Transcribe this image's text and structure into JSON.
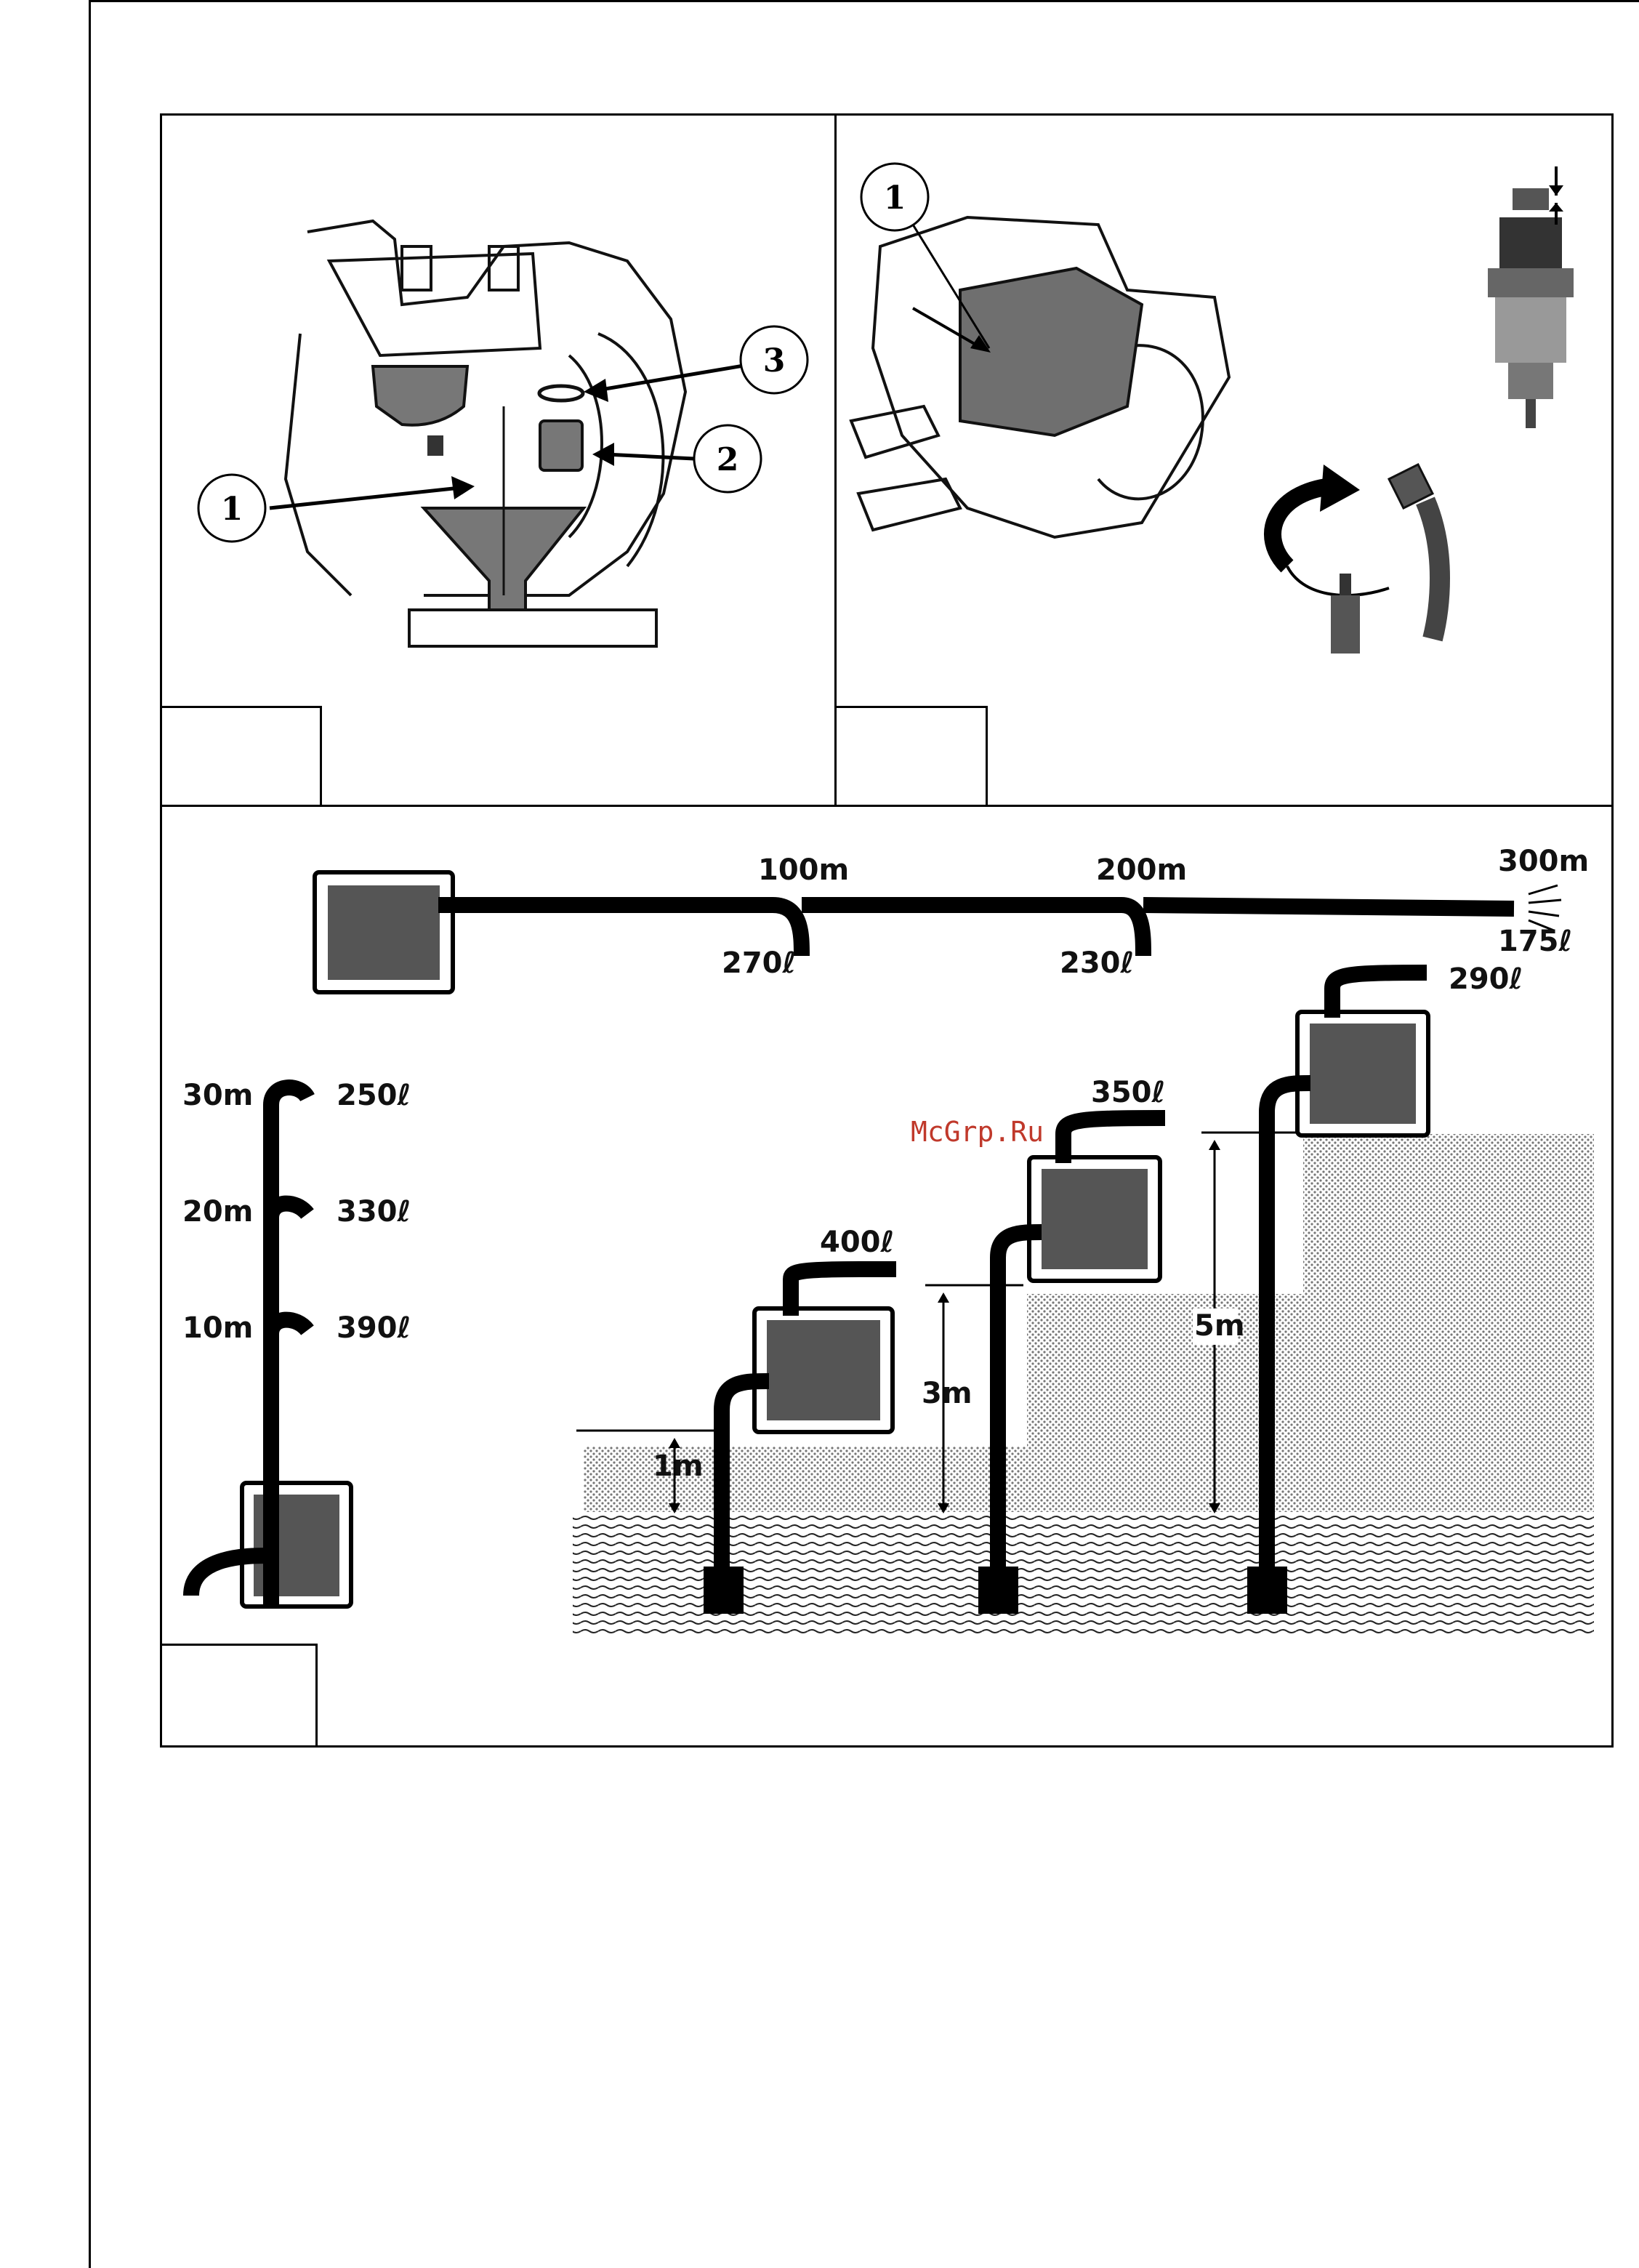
{
  "panels": {
    "carburetor": {
      "callouts": [
        "1",
        "2",
        "3"
      ]
    },
    "spark_plug": {
      "callouts": [
        "1"
      ]
    }
  },
  "performance": {
    "horizontal": {
      "distances": [
        "100m",
        "200m",
        "300m"
      ],
      "flows": [
        "270ℓ",
        "230ℓ",
        "175ℓ"
      ]
    },
    "vertical": {
      "heights": [
        "30m",
        "20m",
        "10m"
      ],
      "flows": [
        "250ℓ",
        "330ℓ",
        "390ℓ"
      ]
    },
    "suction": {
      "heights": [
        "1m",
        "3m",
        "5m"
      ],
      "flows": [
        "400ℓ",
        "350ℓ",
        "290ℓ"
      ]
    }
  },
  "watermark": "McGrp.Ru",
  "colors": {
    "ink": "#000000",
    "watermark": "#c0392b",
    "stipple": "#8a8a8a"
  }
}
